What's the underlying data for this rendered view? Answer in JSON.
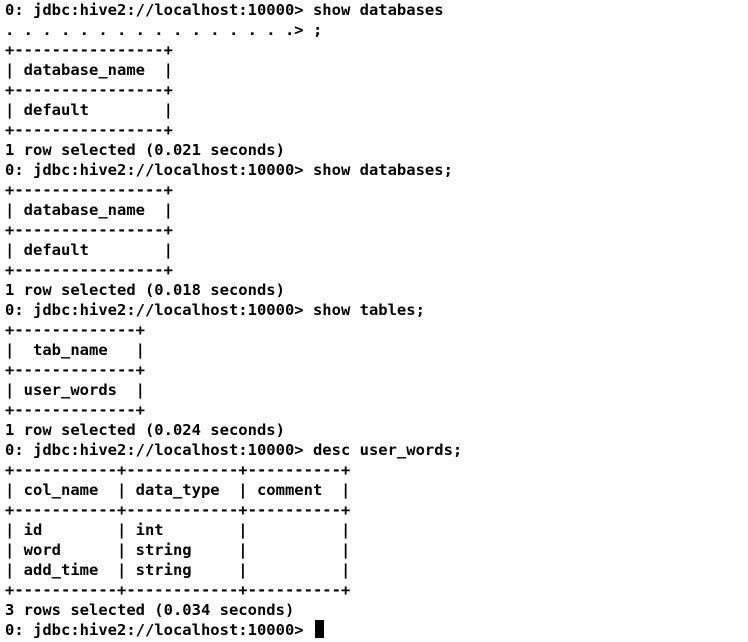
{
  "terminal": {
    "lines": [
      "0: jdbc:hive2://localhost:10000> show databases",
      ". . . . . . . . . . . . . . . .> ;",
      "+----------------+",
      "| database_name  |",
      "+----------------+",
      "| default        |",
      "+----------------+",
      "1 row selected (0.021 seconds)",
      "0: jdbc:hive2://localhost:10000> show databases;",
      "+----------------+",
      "| database_name  |",
      "+----------------+",
      "| default        |",
      "+----------------+",
      "1 row selected (0.018 seconds)",
      "0: jdbc:hive2://localhost:10000> show tables;",
      "+-------------+",
      "|  tab_name   |",
      "+-------------+",
      "| user_words  |",
      "+-------------+",
      "1 row selected (0.024 seconds)",
      "0: jdbc:hive2://localhost:10000> desc user_words;",
      "+-----------+------------+----------+",
      "| col_name  | data_type  | comment  |",
      "+-----------+------------+----------+",
      "| id        | int        |          |",
      "| word      | string     |          |",
      "| add_time  | string     |          |",
      "+-----------+------------+----------+",
      "3 rows selected (0.034 seconds)"
    ],
    "prompt": "0: jdbc:hive2://localhost:10000> "
  }
}
